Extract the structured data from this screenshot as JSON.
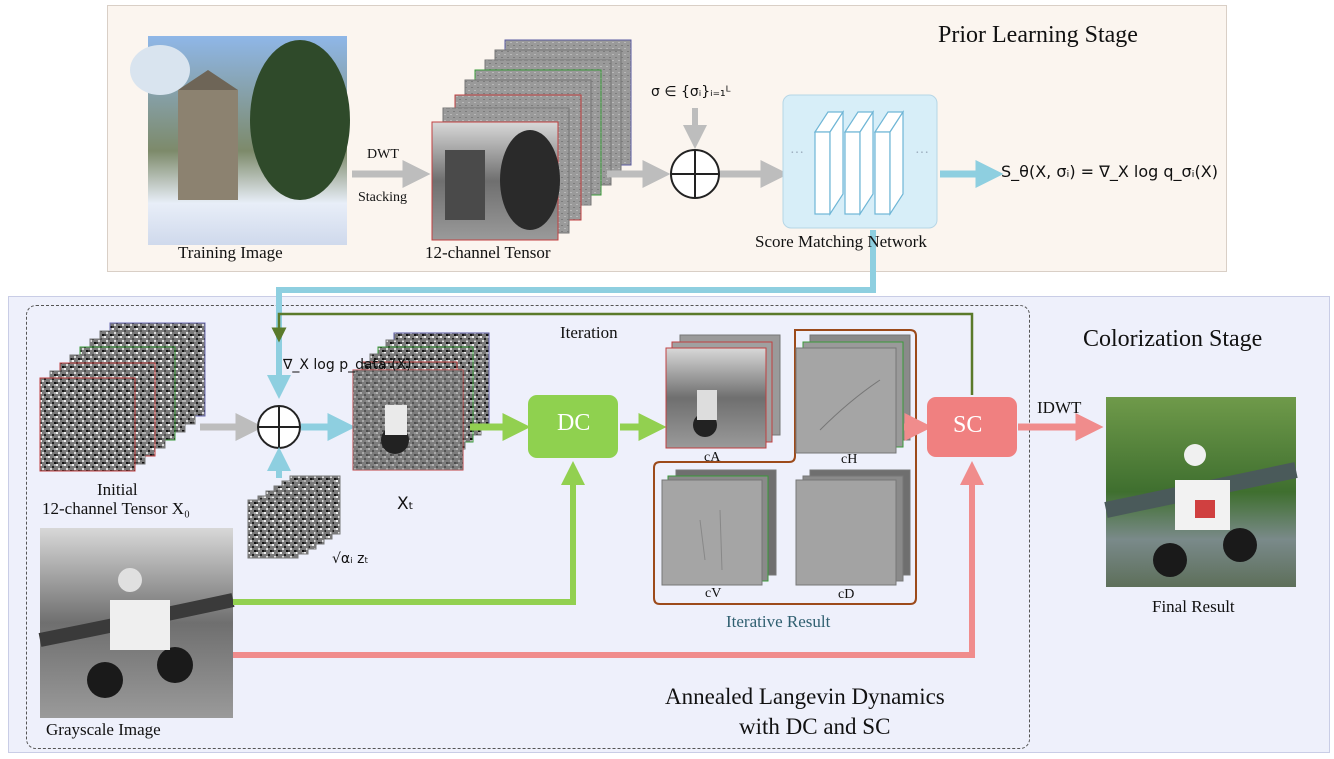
{
  "prior_stage": {
    "title": "Prior Learning Stage",
    "training_image_label": "Training Image",
    "dwt_label": "DWT",
    "stacking_label": "Stacking",
    "tensor_label": "12-channel Tensor",
    "sigma_label": "σ ∈ {σᵢ}ᵢ₌₁ᴸ",
    "network_label": "Score Matching Network",
    "score_output_label": "S_θ(X, σᵢ) = ∇_X log q_σᵢ(X)",
    "dots_left": "···",
    "dots_right": "···"
  },
  "colorization_stage": {
    "title": "Colorization Stage",
    "iteration_label": "Iteration",
    "gradient_label": "∇_X log p_data (X)",
    "initial_label_line1": "Initial",
    "initial_label_line2": "12-channel Tensor X₀",
    "noise_label": "√αᵢ zₜ",
    "xt_label": "Xₜ",
    "dc_label": "DC",
    "sc_label": "SC",
    "idwt_label": "IDWT",
    "cA_label": "cA",
    "cH_label": "cH",
    "cV_label": "cV",
    "cD_label": "cD",
    "iterative_result_label": "Iterative Result",
    "grayscale_label": "Grayscale Image",
    "final_result_label": "Final Result",
    "algorithm_label_line1": "Annealed Langevin Dynamics",
    "algorithm_label_line2": "with DC and SC"
  },
  "colors": {
    "prior_bg": "#fbf5ef",
    "colorization_bg": "#eef0fb",
    "arrow_gray": "#bdbdbd",
    "arrow_blue": "#8ecfe0",
    "arrow_green": "#92d050",
    "arrow_red": "#f08c8c",
    "feedback_green": "#5a7a2a",
    "dc_fill": "#8fd14f",
    "sc_fill": "#f08080",
    "network_fill": "#d7eef8",
    "iterative_box": "#9c4a1a",
    "iterative_text": "#2f5f70"
  }
}
